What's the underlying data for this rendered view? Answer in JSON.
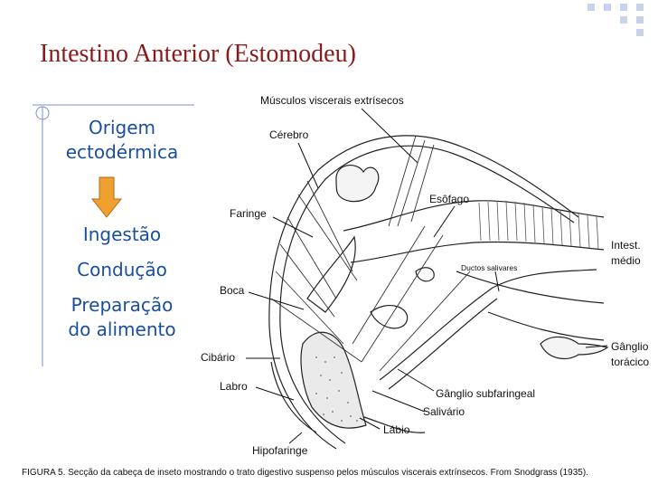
{
  "slide": {
    "title": "Intestino Anterior (Estomodeu)",
    "left_panel": {
      "heading_line1": "Origem",
      "heading_line2": "ectodérmica",
      "items": [
        "Ingestão",
        "Condução",
        "Preparação",
        "do alimento"
      ]
    },
    "colors": {
      "title": "#8b1a1a",
      "text_blue": "#1a4fa0",
      "arrow_orange": "#f0a030",
      "decor_line": "#7b8fbf"
    }
  },
  "diagram": {
    "labels": {
      "musculos": "Músculos viscerais extrísecos",
      "cerebro": "Cérebro",
      "esofago": "Esôfago",
      "faringe": "Faringe",
      "intest": "Intest.",
      "medio": "médio",
      "ductos": "Ductos salivares",
      "boca": "Boca",
      "ganglio": "Gânglio",
      "toracico": "torácico",
      "cibario": "Cibário",
      "labro": "Labro",
      "subfaringeal": "Gânglio subfaringeal",
      "salivario": "Salivário",
      "labio": "Lábio",
      "hipofaringe": "Hipofaringe"
    },
    "caption": "FIGURA 5. Secção da cabeça de inseto mostrando o trato digestivo suspenso pelos músculos viscerais extrínsecos. From Snodgrass (1935)."
  }
}
